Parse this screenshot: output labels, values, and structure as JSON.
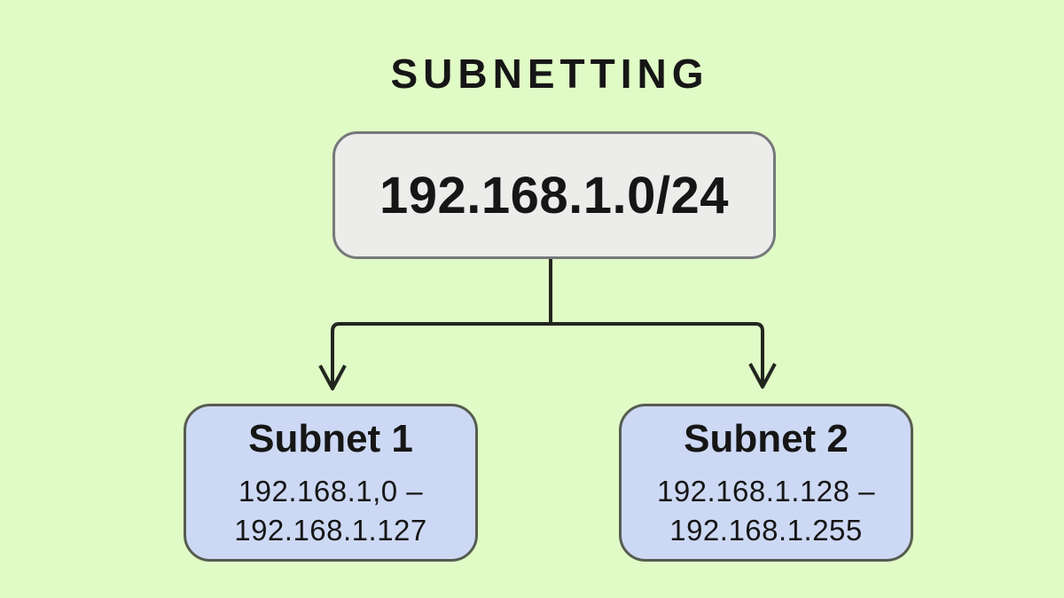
{
  "title": "SUBNETTING",
  "root": {
    "label": "192.168.1.0/24"
  },
  "subnets": [
    {
      "name": "Subnet 1",
      "range_line1": "192.168.1,0 –",
      "range_line2": "192.168.1.127"
    },
    {
      "name": "Subnet 2",
      "range_line1": "192.168.1.128 –",
      "range_line2": "192.168.1.255"
    }
  ],
  "colors": {
    "background": "#e1fbc6",
    "root_fill": "#ececeb",
    "root_border": "#76797b",
    "subnet_fill": "#cdd9f4",
    "subnet_border": "#565c50",
    "line": "#22261f",
    "text": "#161616"
  }
}
